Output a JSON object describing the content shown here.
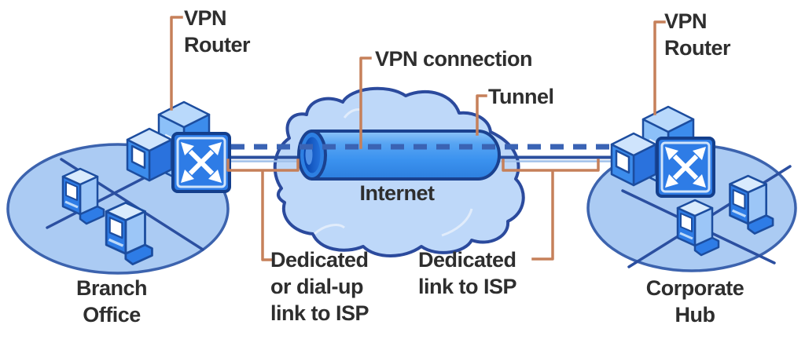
{
  "diagram": {
    "type": "network-vpn-topology",
    "description": "VPN connection between branch office and corporate hub across the Internet"
  },
  "labels": {
    "vpn_router_left": [
      "VPN",
      "Router"
    ],
    "vpn_connection": "VPN connection",
    "tunnel": "Tunnel",
    "vpn_router_right": [
      "VPN",
      "Router"
    ],
    "internet": "Internet",
    "isp_left": [
      "Dedicated",
      "or dial-up",
      "link to ISP"
    ],
    "isp_right": [
      "Dedicated",
      "link to ISP"
    ],
    "branch_office": [
      "Branch",
      "Office"
    ],
    "corporate_hub": [
      "Corporate",
      "Hub"
    ]
  },
  "icons": {
    "vpn_router": "vpn-router-icon",
    "workstation": "workstation-icon",
    "cloud": "internet-cloud",
    "tunnel": "tunnel-cylinder"
  },
  "colors": {
    "callout_orange": "#c6805a",
    "dash_blue": "#3a63b4",
    "link_navy": "#2b4f9e",
    "link_light": "#9fc0ea",
    "site_ellipse_fill": "#abcbf3",
    "site_ellipse_stroke": "#3c63ae",
    "cloud_fill": "#bed8f9",
    "cloud_stroke": "#2b4a9d",
    "tunnel_stroke": "#1a418f",
    "icon_blue": "#2e7ce6",
    "icon_dark_stroke": "#1c4d9f",
    "text": "#2e2e2e"
  }
}
